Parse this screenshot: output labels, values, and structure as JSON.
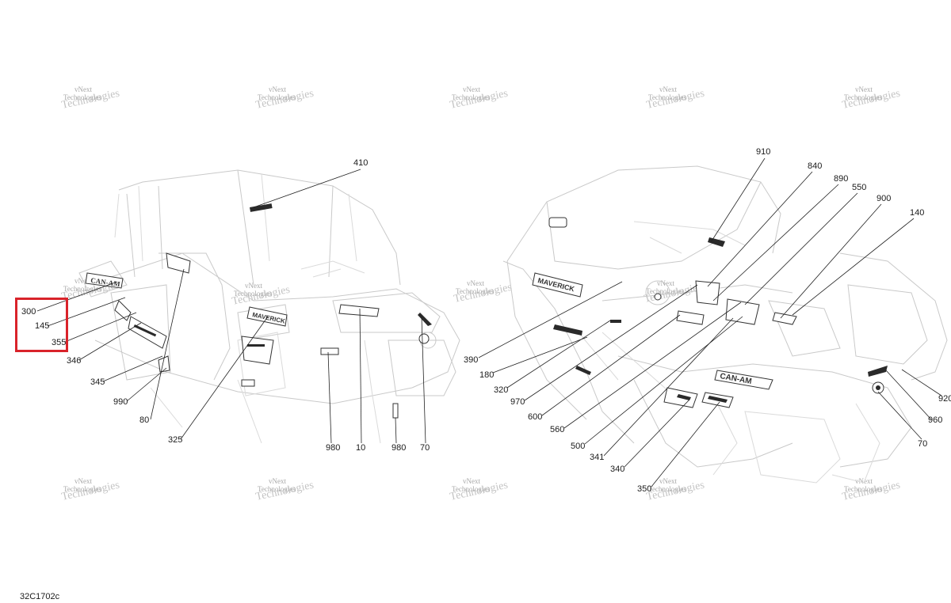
{
  "figure_code": "32C1702c",
  "watermark": {
    "line1": "vNext",
    "line2": "Technologies"
  },
  "highlight_color": "#d9232a",
  "left_view": {
    "labels": [
      "410",
      "300",
      "145",
      "355",
      "346",
      "345",
      "990",
      "80",
      "325",
      "980",
      "10",
      "980",
      "70"
    ],
    "decals": {
      "hood": "MAVERICK",
      "side": "CAN-AM"
    }
  },
  "right_view": {
    "labels": [
      "910",
      "840",
      "890",
      "550",
      "900",
      "140",
      "390",
      "180",
      "320",
      "970",
      "600",
      "560",
      "500",
      "341",
      "340",
      "350",
      "70",
      "960",
      "920"
    ],
    "decals": {
      "side": "MAVERICK",
      "rear": "CAN-AM"
    }
  }
}
